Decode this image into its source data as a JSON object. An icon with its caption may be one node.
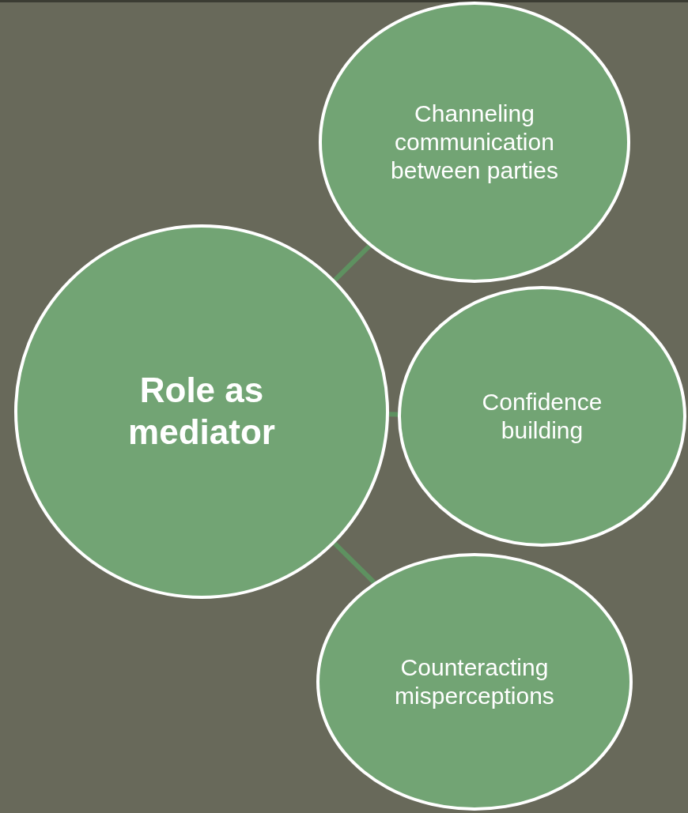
{
  "diagram": {
    "nodes": [
      {
        "text": [
          "Role as mediator"
        ]
      },
      {
        "text": [
          "Channeling communication between parties"
        ]
      },
      {
        "text": [
          "Confidence building"
        ]
      },
      {
        "text": [
          "Counteracting misperceptions"
        ]
      }
    ],
    "edges": [
      {
        "from": 0,
        "to": 1,
        "arrow": "none"
      },
      {
        "from": 0,
        "to": 2,
        "arrow": "none"
      },
      {
        "from": 0,
        "to": 3,
        "arrow": "none"
      }
    ]
  }
}
